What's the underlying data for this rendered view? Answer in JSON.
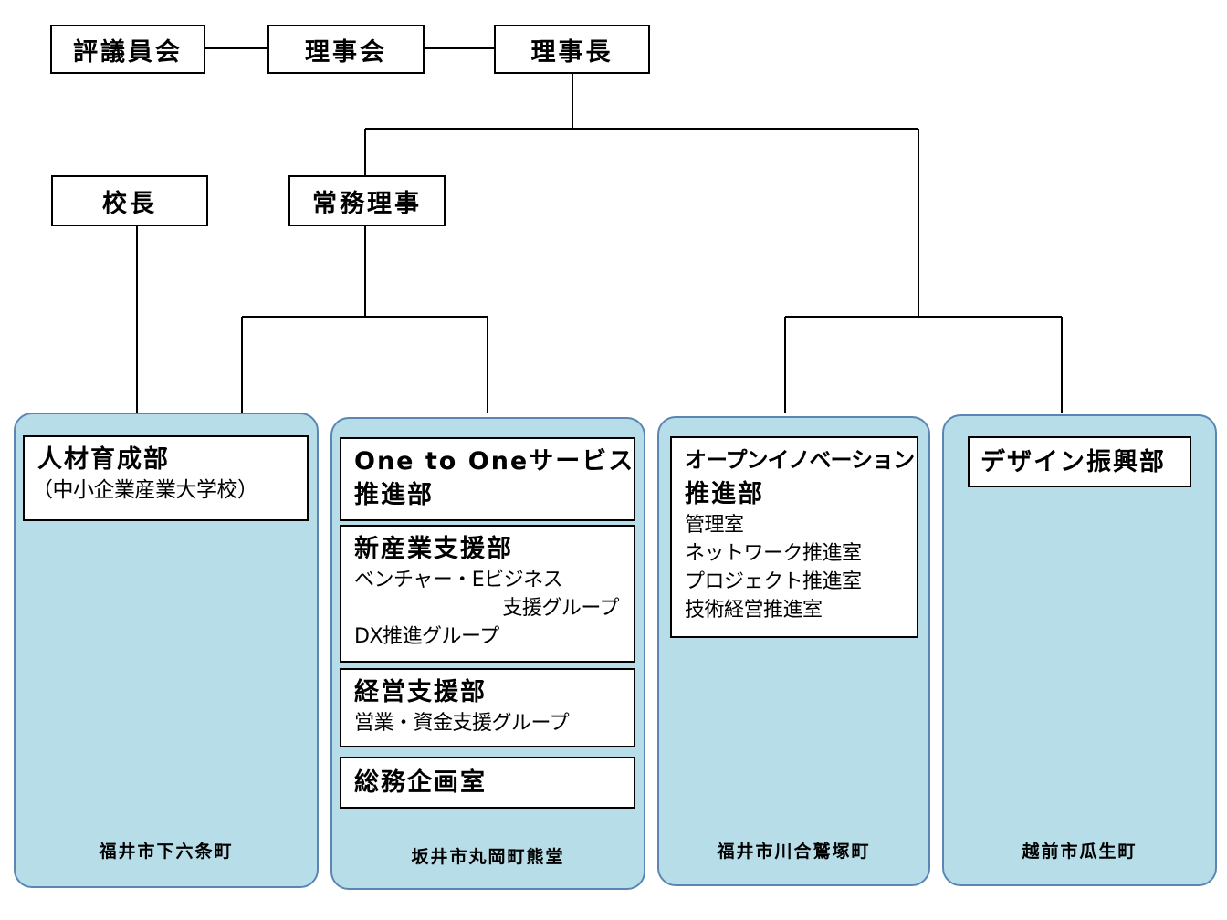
{
  "top": {
    "hyogiinkai": "評議員会",
    "rijikai": "理事会",
    "rijicho": "理事長",
    "kocho": "校長",
    "jomuriji": "常務理事"
  },
  "panels": [
    {
      "address": "福井市下六条町",
      "depts": [
        {
          "title": "人材育成部",
          "lines": [
            "（中小企業産業大学校）"
          ]
        }
      ]
    },
    {
      "address": "坂井市丸岡町熊堂",
      "depts": [
        {
          "title_lines": [
            "One to Oneサービス",
            "推進部"
          ]
        },
        {
          "title": "新産業支援部",
          "lines": [
            "ベンチャー・Eビジネス",
            "支援グループ",
            "DX推進グループ"
          ]
        },
        {
          "title": "経営支援部",
          "lines": [
            "営業・資金支援グループ"
          ]
        },
        {
          "title": "総務企画室"
        }
      ]
    },
    {
      "address": "福井市川合鷲塚町",
      "depts": [
        {
          "title_lines": [
            "オープンイノベーション",
            "推進部"
          ],
          "lines": [
            "管理室",
            "ネットワーク推進室",
            "プロジェクト推進室",
            "技術経営推進室"
          ]
        }
      ]
    },
    {
      "address": "越前市瓜生町",
      "depts": [
        {
          "title": "デザイン振興部"
        }
      ]
    }
  ],
  "colors": {
    "panel_fill": "#b7dde8",
    "panel_border": "#5b86b4",
    "line": "#000000"
  }
}
